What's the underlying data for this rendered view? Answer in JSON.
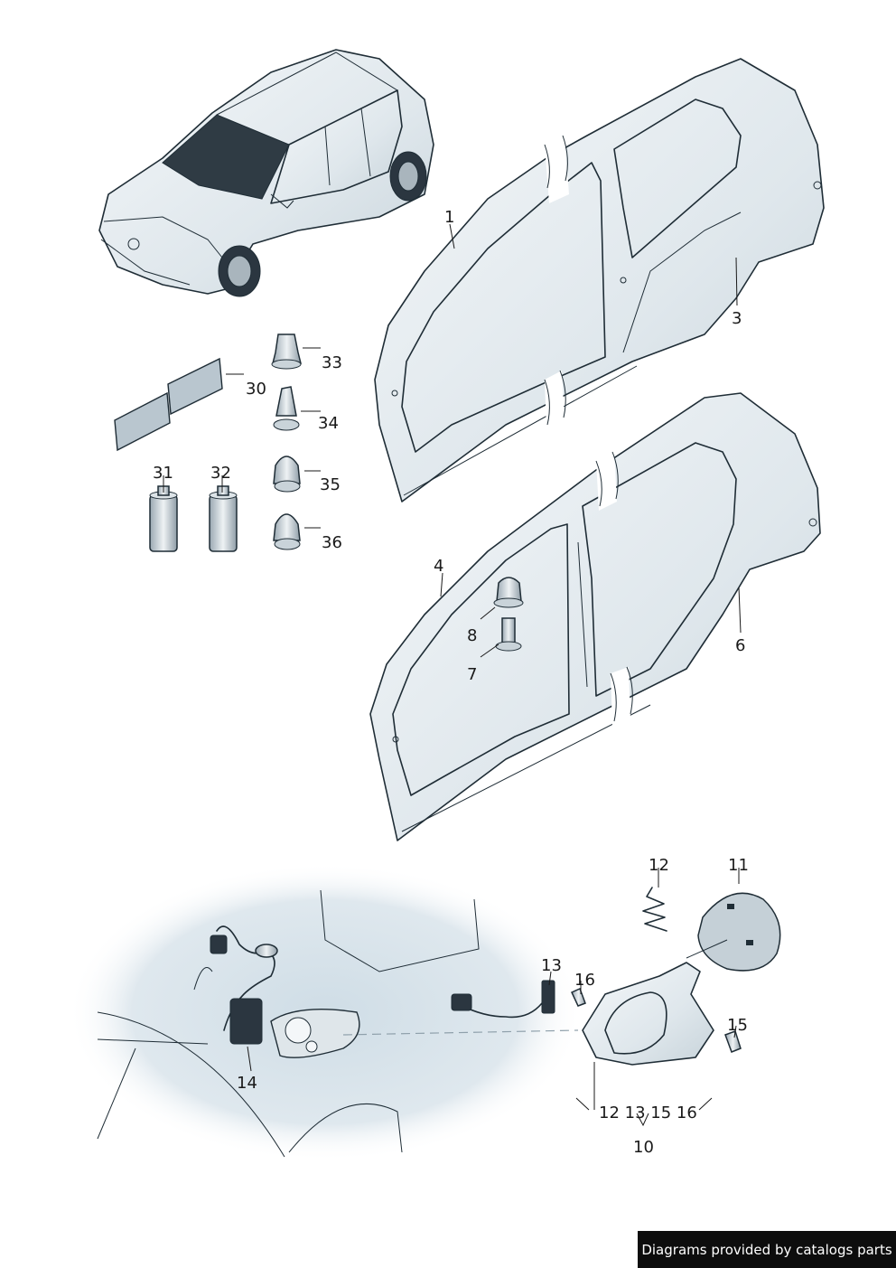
{
  "callouts": {
    "n1": "1",
    "n3": "3",
    "n4": "4",
    "n6": "6",
    "n7": "7",
    "n8": "8",
    "n10": "10",
    "n11": "11",
    "n12": "12",
    "n13": "13",
    "n14": "14",
    "n15": "15",
    "n16": "16",
    "n30": "30",
    "n31": "31",
    "n32": "32",
    "n33": "33",
    "n34": "34",
    "n35": "35",
    "n36": "36",
    "n10_parts": "12 13 15 16"
  },
  "footer": {
    "credit": "Diagrams provided by catalogs parts",
    "background": "#0d0d0d",
    "text_color": "#ffffff"
  }
}
